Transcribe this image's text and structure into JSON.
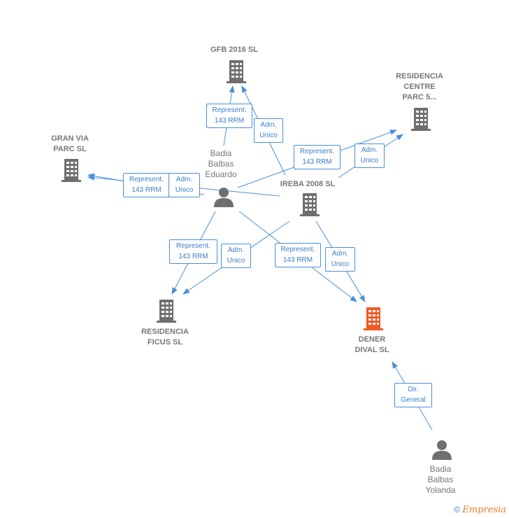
{
  "nodes": {
    "gfb": {
      "label": "GFB 2016  SL"
    },
    "residencia_centre": {
      "label": "RESIDENCIA\nCENTRE\nPARC 5..."
    },
    "gran_via": {
      "label": "GRAN VIA\nPARC SL"
    },
    "badia_eduardo": {
      "label": "Badia\nBalbas\nEduardo"
    },
    "ireba": {
      "label": "IREBA 2008  SL"
    },
    "residencia_ficus": {
      "label": "RESIDENCIA\nFICUS SL"
    },
    "dener": {
      "label": "DENER\nDIVAL  SL"
    },
    "badia_yolanda": {
      "label": "Badia\nBalbas\nYolanda"
    }
  },
  "edge_labels": {
    "e1": "Represent.\n143 RRM",
    "e2": "Adm.\nUnico",
    "e3": "Represent.\n143 RRM",
    "e4": "Adm.\nUnico",
    "e5": "Represent.\n143 RRM",
    "e6": "Adm.\nUnico",
    "e7": "Represent.\n143 RRM",
    "e8": "Adm.\nUnico",
    "e9": "Represent.\n143 RRM",
    "e10": "Adm.\nUnico",
    "e11": "Dir.\nGeneral"
  },
  "colors": {
    "company_icon": "#6f6f6f",
    "company_highlight": "#f05a28",
    "person_icon": "#6f6f6f",
    "edge": "#4a90d9"
  },
  "footer": {
    "copyright": "©",
    "brand": "Empresia"
  }
}
